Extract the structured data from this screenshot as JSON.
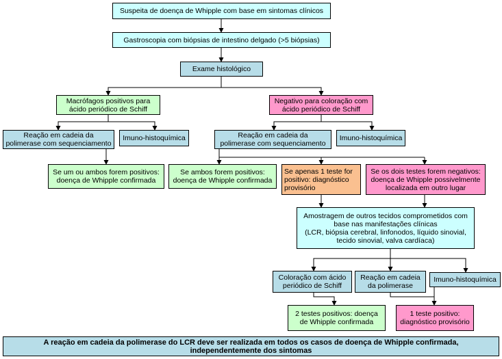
{
  "nodes": {
    "suspect": "Suspeita de doença de Whipple com base em sintomas clínicos",
    "gastroscopy": "Gastroscopia com biópsias de intestino delgado (>5 biópsias)",
    "histology": "Exame histológico",
    "pas_positive": "Macrófagos positivos para\nácido periódico de Schiff",
    "pas_negative": "Negativo para coloração com\nácido periódico de Schiff",
    "pcr_left": "Reação em cadeia da\npolimerase com sequenciamento",
    "ihc_left": "Imuno-histoquímica",
    "pcr_right": "Reação em cadeia da\npolimerase com sequenciamento",
    "ihc_right": "Imuno-histoquímica",
    "confirmed_one_or_both": "Se um ou ambos forem positivos:\ndoença de Whipple confirmada",
    "confirmed_both": "Se ambos forem positivos:\ndoença de Whipple confirmada",
    "one_test_positive": "Se apenas 1 teste for\npositivo: diagnóstico\nprovisório",
    "both_negative": "Se os dois testes forem negativos:\ndoença de Whipple possivelmente\nlocalizada em outro lugar",
    "other_tissues": "Amostragem de outros tecidos comprometidos com\nbase nas manifestações clínicas\n(LCR, biópsia cerebral, linfonodos, líquido sinovial,\ntecido sinovial, valva cardíaca)",
    "pas_stain": "Coloração com ácido\nperiódico de Schiff",
    "pcr_bottom": "Reação em cadeia\nda polimerase",
    "ihc_bottom": "Imuno-histoquímica",
    "two_positive": "2 testes positivos: doença\nde Whipple confirmada",
    "one_positive": "1 teste positivo:\ndiagnóstico provisório",
    "footer": "A reação em cadeia da polimerase do LCR deve ser realizada em todos os casos de doença de Whipple confirmada,\nindependentemente dos sintomas"
  },
  "colors": {
    "cyan": "#ccffff",
    "teal": "#b7dde8",
    "green": "#ccffcc",
    "pink": "#ff99cc",
    "orange": "#fac090"
  }
}
